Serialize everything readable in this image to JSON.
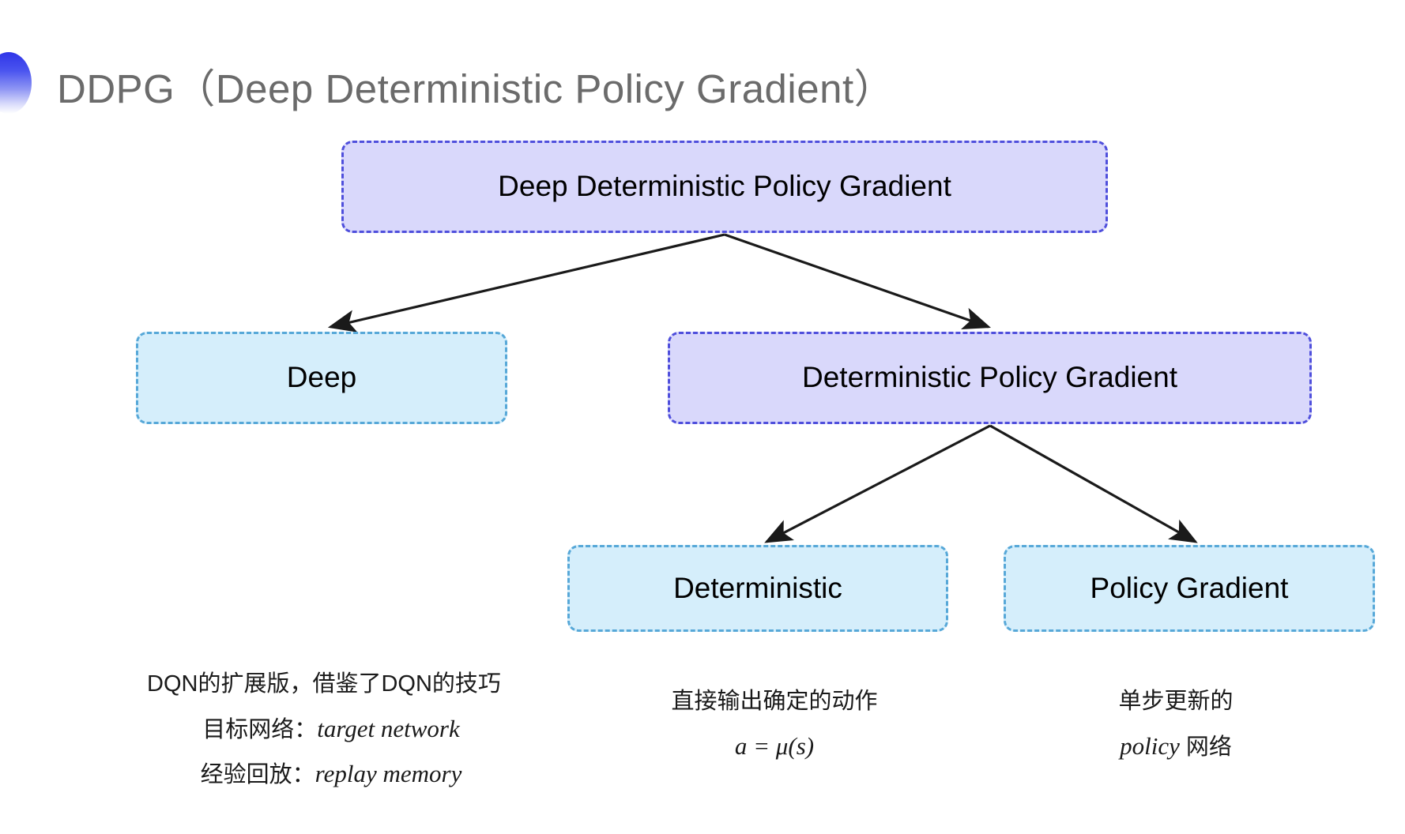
{
  "slide": {
    "title": "DDPG（Deep Deterministic Policy Gradient）",
    "background_color": "#ffffff",
    "title_color": "#6b6b6b",
    "bullet_icon": "gradient-circle-bullet"
  },
  "palette": {
    "violet_fill": "#d9d8fb",
    "violet_border": "#4f4fdc",
    "sky_fill": "#d5eefb",
    "sky_border": "#57a8d8",
    "arrow_color": "#1a1a1a"
  },
  "diagram": {
    "nodes": [
      {
        "id": "root",
        "label": "Deep Deterministic Policy Gradient",
        "style": "violet"
      },
      {
        "id": "deep",
        "label": "Deep",
        "style": "sky"
      },
      {
        "id": "dpg",
        "label": "Deterministic Policy Gradient",
        "style": "violet"
      },
      {
        "id": "det",
        "label": "Deterministic",
        "style": "sky"
      },
      {
        "id": "pg",
        "label": "Policy Gradient",
        "style": "sky"
      }
    ],
    "edges": [
      {
        "from": "root",
        "to": "deep"
      },
      {
        "from": "root",
        "to": "dpg"
      },
      {
        "from": "dpg",
        "to": "det"
      },
      {
        "from": "dpg",
        "to": "pg"
      }
    ]
  },
  "captions": {
    "deep": {
      "line1": "DQN的扩展版，借鉴了DQN的技巧",
      "line2_label": "目标网络：",
      "line2_term": "target network",
      "line3_label": "经验回放：",
      "line3_term": "replay memory"
    },
    "deterministic": {
      "line1": "直接输出确定的动作",
      "formula": "a = μ(s)"
    },
    "policy_gradient": {
      "line1": "单步更新的",
      "line2_term": "policy",
      "line2_suffix": " 网络"
    }
  }
}
